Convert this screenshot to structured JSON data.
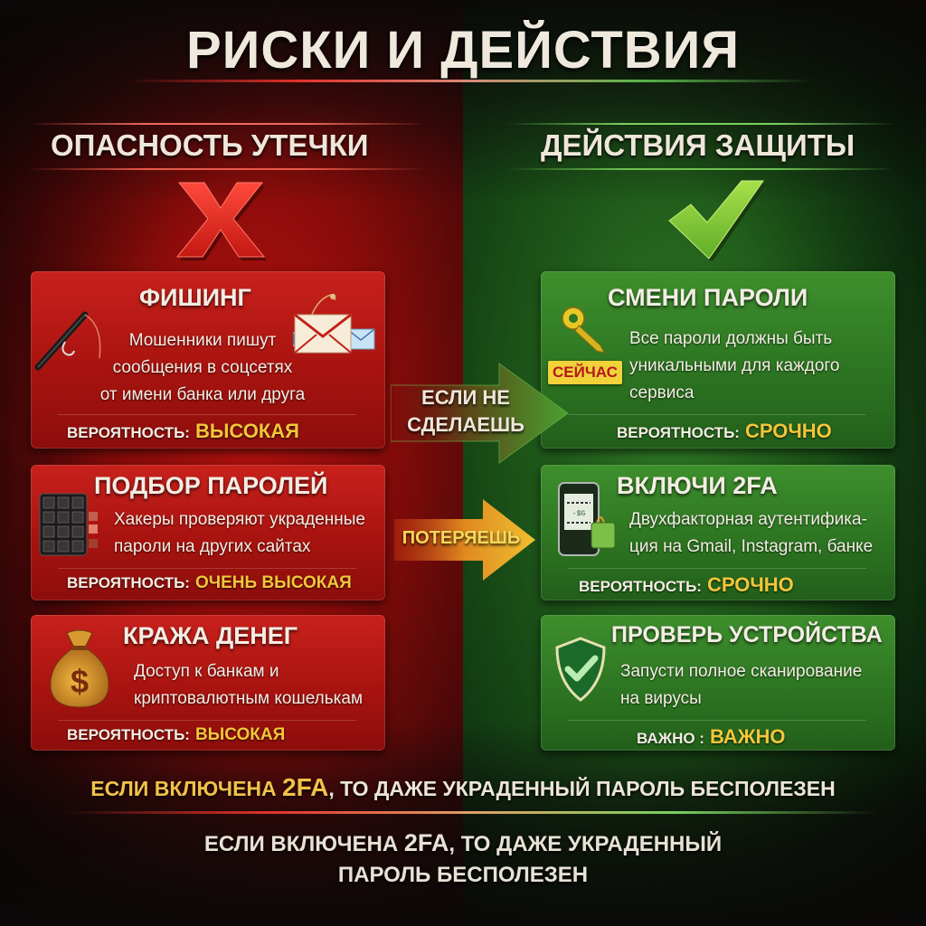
{
  "title": "РИСКИ И ДЕЙСТВИЯ",
  "columns": {
    "left": {
      "heading": "ОПАСНОСТЬ УТЕЧКИ",
      "icon": "x-icon",
      "color": "#c8211c"
    },
    "right": {
      "heading": "ДЕЙСТВИЯ ЗАЩИТЫ",
      "icon": "checkmark-icon",
      "color": "#3e8f2d"
    }
  },
  "risks": [
    {
      "title": "ФИШИНГ",
      "icon": "fishing-rod-envelope-icon",
      "lines": [
        "Мошенники пишут",
        "сообщения в соцсетях",
        "от имени банка или друга"
      ],
      "label": "ВЕРОЯТНОСТЬ:",
      "value": "ВЫСОКАЯ"
    },
    {
      "title": "ПОДБОР ПАРОЛЕЙ",
      "icon": "keypad-icon",
      "lines": [
        "Хакеры проверяют украденные",
        "пароли на других сайтах"
      ],
      "label": "ВЕРОЯТНОСТЬ:",
      "value": "ОЧЕНЬ ВЫСОКАЯ"
    },
    {
      "title": "КРАЖА ДЕНЕГ",
      "icon": "money-bag-icon",
      "lines": [
        "Доступ к банкам и",
        "криптовалютным кошелькам"
      ],
      "label": "ВЕРОЯТНОСТЬ:",
      "value": "ВЫСОКАЯ"
    }
  ],
  "actions": [
    {
      "title": "СМЕНИ ПАРОЛИ",
      "icon": "key-icon",
      "badge": "СЕЙЧАС",
      "lines": [
        "Все пароли должны быть",
        "уникальными для каждого",
        "сервиса"
      ],
      "label": "ВЕРОЯТНОСТЬ:",
      "value": "СРОЧНО"
    },
    {
      "title": "ВКЛЮЧИ 2FA",
      "icon": "phone-2fa-icon",
      "lines": [
        "Двухфакторная аутентифика-",
        "ция на Gmail, Instagram, банке"
      ],
      "label": "ВЕРОЯТНОСТЬ:",
      "value": "СРОЧНО"
    },
    {
      "title": "ПРОВЕРЬ УСТРОЙСТВА",
      "icon": "shield-check-icon",
      "lines": [
        "Запусти полное сканирование",
        "на вирусы"
      ],
      "label": "ВАЖНО :",
      "value": "ВАЖНО"
    }
  ],
  "arrows": [
    {
      "label_line1": "ЕСЛИ НЕ",
      "label_line2": "СДЕЛАЕШЬ"
    },
    {
      "label": "ПОТЕРЯЕШЬ"
    }
  ],
  "footer": {
    "line1_prefix": "ЕСЛИ ВКЛЮЧЕНА ",
    "line1_highlight": "2FA",
    "line1_suffix": ", ТО ДАЖЕ УКРАДЕННЫЙ ПАРОЛЬ БЕСПОЛЕЗЕН",
    "line2_prefix": "ЕСЛИ ВКЛЮЧЕНА ",
    "line2_highlight": "2FA",
    "line2_suffix": ", ТО ДАЖЕ УКРАДЕННЫЙ",
    "line3": "ПАРОЛЬ БЕСПОЛЕЗЕН"
  },
  "colors": {
    "danger": "#c8211c",
    "safe": "#3e8f2d",
    "accent_gold": "#f2c63a",
    "text": "#f3ede4"
  }
}
